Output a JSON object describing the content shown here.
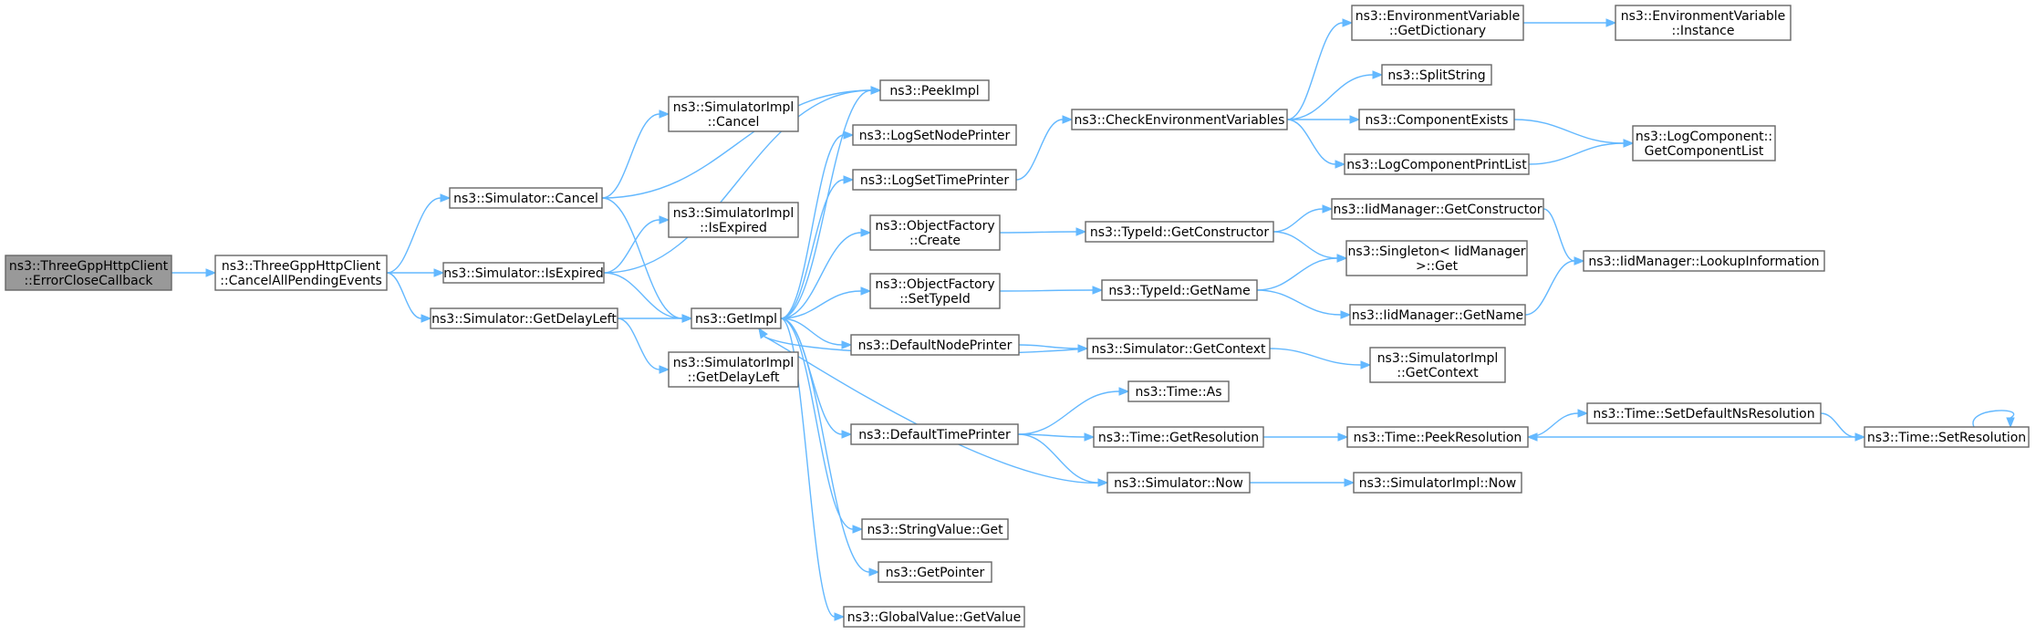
{
  "graph": {
    "nodes": [
      {
        "id": "root",
        "lines": [
          "ns3::ThreeGppHttpClient",
          "::ErrorCloseCallback"
        ],
        "root": true
      },
      {
        "id": "cancelAll",
        "lines": [
          "ns3::ThreeGppHttpClient",
          "::CancelAllPendingEvents"
        ]
      },
      {
        "id": "simCancel",
        "lines": [
          "ns3::Simulator::Cancel"
        ]
      },
      {
        "id": "simIsExpired",
        "lines": [
          "ns3::Simulator::IsExpired"
        ]
      },
      {
        "id": "simGetDelayLeft",
        "lines": [
          "ns3::Simulator::GetDelayLeft"
        ]
      },
      {
        "id": "implCancel",
        "lines": [
          "ns3::SimulatorImpl",
          "::Cancel"
        ]
      },
      {
        "id": "implIsExpired",
        "lines": [
          "ns3::SimulatorImpl",
          "::IsExpired"
        ]
      },
      {
        "id": "implGetDelayLeft",
        "lines": [
          "ns3::SimulatorImpl",
          "::GetDelayLeft"
        ]
      },
      {
        "id": "getImpl",
        "lines": [
          "ns3::GetImpl"
        ]
      },
      {
        "id": "peekImpl",
        "lines": [
          "ns3::PeekImpl"
        ]
      },
      {
        "id": "logSetNode",
        "lines": [
          "ns3::LogSetNodePrinter"
        ]
      },
      {
        "id": "logSetTime",
        "lines": [
          "ns3::LogSetTimePrinter"
        ]
      },
      {
        "id": "ofCreate",
        "lines": [
          "ns3::ObjectFactory",
          "::Create"
        ]
      },
      {
        "id": "ofSetTypeId",
        "lines": [
          "ns3::ObjectFactory",
          "::SetTypeId"
        ]
      },
      {
        "id": "defNodePrinter",
        "lines": [
          "ns3::DefaultNodePrinter"
        ]
      },
      {
        "id": "defTimePrinter",
        "lines": [
          "ns3::DefaultTimePrinter"
        ]
      },
      {
        "id": "strValGet",
        "lines": [
          "ns3::StringValue::Get"
        ]
      },
      {
        "id": "getPointer",
        "lines": [
          "ns3::GetPointer"
        ]
      },
      {
        "id": "gvGetValue",
        "lines": [
          "ns3::GlobalValue::GetValue"
        ]
      },
      {
        "id": "checkEnv",
        "lines": [
          "ns3::CheckEnvironmentVariables"
        ]
      },
      {
        "id": "tidGetCtor",
        "lines": [
          "ns3::TypeId::GetConstructor"
        ]
      },
      {
        "id": "tidGetName",
        "lines": [
          "ns3::TypeId::GetName"
        ]
      },
      {
        "id": "simGetContext",
        "lines": [
          "ns3::Simulator::GetContext"
        ]
      },
      {
        "id": "timeAs",
        "lines": [
          "ns3::Time::As"
        ]
      },
      {
        "id": "timeGetRes",
        "lines": [
          "ns3::Time::GetResolution"
        ]
      },
      {
        "id": "simNow",
        "lines": [
          "ns3::Simulator::Now"
        ]
      },
      {
        "id": "envGetDict",
        "lines": [
          "ns3::EnvironmentVariable",
          "::GetDictionary"
        ]
      },
      {
        "id": "splitString",
        "lines": [
          "ns3::SplitString"
        ]
      },
      {
        "id": "compExists",
        "lines": [
          "ns3::ComponentExists"
        ]
      },
      {
        "id": "logCompPrintList",
        "lines": [
          "ns3::LogComponentPrintList"
        ]
      },
      {
        "id": "iidGetCtor",
        "lines": [
          "ns3::IidManager::GetConstructor"
        ]
      },
      {
        "id": "singletonGet",
        "lines": [
          "ns3::Singleton< IidManager",
          " >::Get"
        ]
      },
      {
        "id": "iidGetName",
        "lines": [
          "ns3::IidManager::GetName"
        ]
      },
      {
        "id": "implGetContext",
        "lines": [
          "ns3::SimulatorImpl",
          "::GetContext"
        ]
      },
      {
        "id": "timePeekRes",
        "lines": [
          "ns3::Time::PeekResolution"
        ]
      },
      {
        "id": "implNow",
        "lines": [
          "ns3::SimulatorImpl::Now"
        ]
      },
      {
        "id": "envInstance",
        "lines": [
          "ns3::EnvironmentVariable",
          "::Instance"
        ]
      },
      {
        "id": "logCompGetList",
        "lines": [
          "ns3::LogComponent::",
          "GetComponentList"
        ]
      },
      {
        "id": "iidLookup",
        "lines": [
          "ns3::IidManager::LookupInformation"
        ]
      },
      {
        "id": "timeSetDefNs",
        "lines": [
          "ns3::Time::SetDefaultNsResolution"
        ]
      },
      {
        "id": "timeSetRes",
        "lines": [
          "ns3::Time::SetResolution"
        ]
      }
    ],
    "edges": [
      [
        "root",
        "cancelAll"
      ],
      [
        "cancelAll",
        "simCancel"
      ],
      [
        "cancelAll",
        "simIsExpired"
      ],
      [
        "cancelAll",
        "simGetDelayLeft"
      ],
      [
        "simCancel",
        "implCancel"
      ],
      [
        "simCancel",
        "peekImpl"
      ],
      [
        "simCancel",
        "getImpl"
      ],
      [
        "simIsExpired",
        "implIsExpired"
      ],
      [
        "simIsExpired",
        "peekImpl"
      ],
      [
        "simIsExpired",
        "getImpl"
      ],
      [
        "simGetDelayLeft",
        "getImpl"
      ],
      [
        "simGetDelayLeft",
        "implGetDelayLeft"
      ],
      [
        "getImpl",
        "peekImpl"
      ],
      [
        "getImpl",
        "logSetNode"
      ],
      [
        "getImpl",
        "logSetTime"
      ],
      [
        "getImpl",
        "ofCreate"
      ],
      [
        "getImpl",
        "ofSetTypeId"
      ],
      [
        "getImpl",
        "defNodePrinter"
      ],
      [
        "getImpl",
        "defTimePrinter"
      ],
      [
        "getImpl",
        "strValGet"
      ],
      [
        "getImpl",
        "getPointer"
      ],
      [
        "getImpl",
        "gvGetValue"
      ],
      [
        "logSetTime",
        "checkEnv"
      ],
      [
        "checkEnv",
        "envGetDict"
      ],
      [
        "checkEnv",
        "splitString"
      ],
      [
        "checkEnv",
        "compExists"
      ],
      [
        "checkEnv",
        "logCompPrintList"
      ],
      [
        "envGetDict",
        "envInstance"
      ],
      [
        "compExists",
        "logCompGetList"
      ],
      [
        "logCompPrintList",
        "logCompGetList"
      ],
      [
        "ofCreate",
        "tidGetCtor"
      ],
      [
        "tidGetCtor",
        "iidGetCtor"
      ],
      [
        "tidGetCtor",
        "singletonGet"
      ],
      [
        "iidGetCtor",
        "iidLookup"
      ],
      [
        "ofSetTypeId",
        "tidGetName"
      ],
      [
        "tidGetName",
        "singletonGet"
      ],
      [
        "tidGetName",
        "iidGetName"
      ],
      [
        "iidGetName",
        "iidLookup"
      ],
      [
        "defNodePrinter",
        "simGetContext"
      ],
      [
        "simGetContext",
        "getImpl"
      ],
      [
        "simGetContext",
        "implGetContext"
      ],
      [
        "defTimePrinter",
        "timeAs"
      ],
      [
        "defTimePrinter",
        "timeGetRes"
      ],
      [
        "defTimePrinter",
        "simNow"
      ],
      [
        "timeGetRes",
        "timePeekRes"
      ],
      [
        "timePeekRes",
        "timeSetDefNs"
      ],
      [
        "timeSetDefNs",
        "timeSetRes"
      ],
      [
        "timeSetRes",
        "timePeekRes"
      ],
      [
        "timeSetRes",
        "timeSetRes"
      ],
      [
        "simNow",
        "getImpl"
      ],
      [
        "simNow",
        "implNow"
      ]
    ]
  }
}
